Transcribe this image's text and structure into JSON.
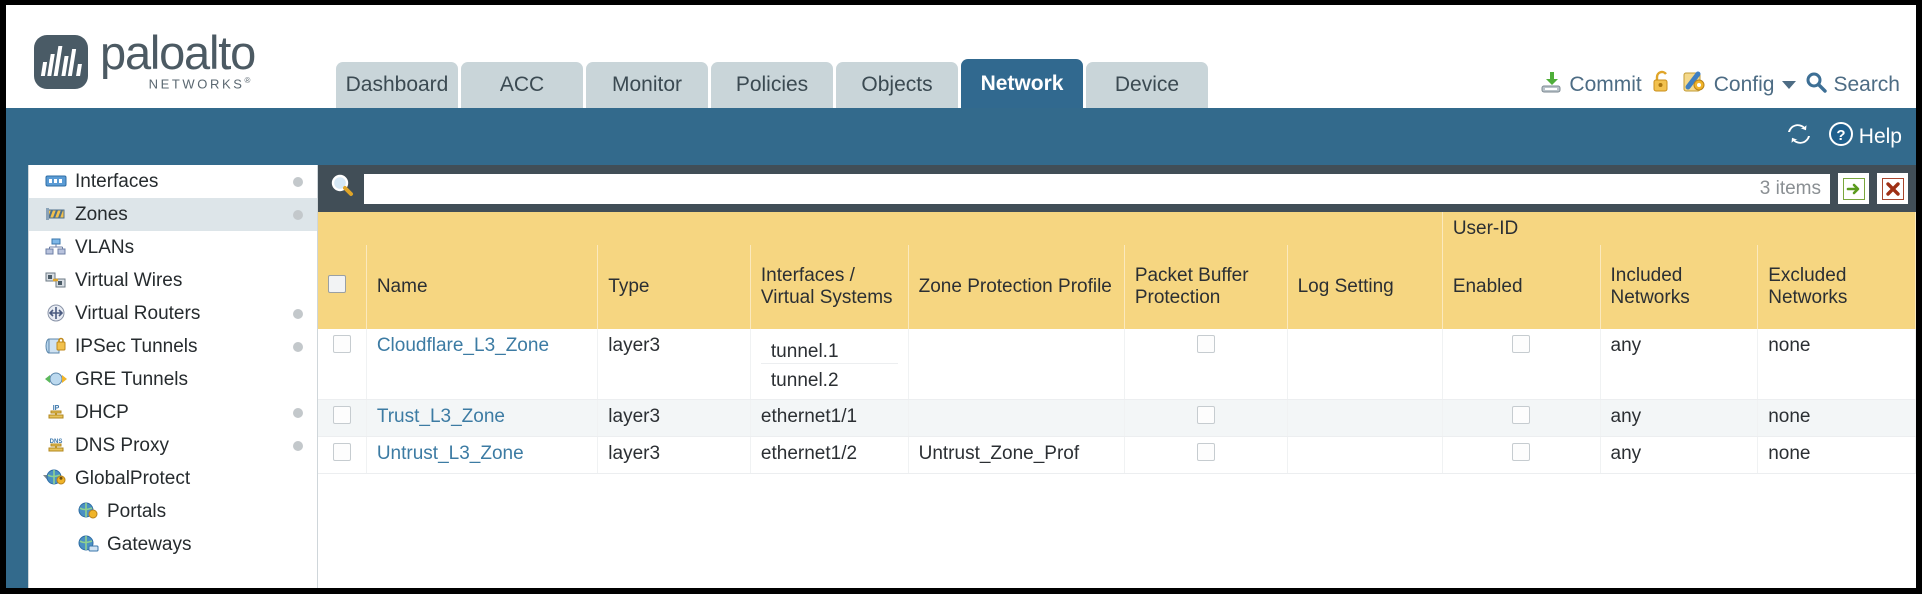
{
  "brand": {
    "name": "paloalto",
    "sub": "NETWORKS",
    "reg": "®"
  },
  "tabs": [
    {
      "label": "Dashboard",
      "active": false
    },
    {
      "label": "ACC",
      "active": false
    },
    {
      "label": "Monitor",
      "active": false
    },
    {
      "label": "Policies",
      "active": false
    },
    {
      "label": "Objects",
      "active": false
    },
    {
      "label": "Network",
      "active": true
    },
    {
      "label": "Device",
      "active": false
    }
  ],
  "toolbar": {
    "commit_label": "Commit",
    "config_label": "Config",
    "search_label": "Search",
    "lock_icon": "padlock-icon"
  },
  "blueband": {
    "refresh_icon": "refresh-icon",
    "help_label": "Help"
  },
  "sidebar": {
    "items": [
      {
        "label": "Interfaces",
        "icon": "interfaces-icon",
        "dot": true,
        "selected": false,
        "child": false,
        "expander": false
      },
      {
        "label": "Zones",
        "icon": "zones-icon",
        "dot": true,
        "selected": true,
        "child": false,
        "expander": false
      },
      {
        "label": "VLANs",
        "icon": "vlans-icon",
        "dot": false,
        "selected": false,
        "child": false,
        "expander": false
      },
      {
        "label": "Virtual Wires",
        "icon": "virtual-wires-icon",
        "dot": false,
        "selected": false,
        "child": false,
        "expander": false
      },
      {
        "label": "Virtual Routers",
        "icon": "virtual-routers-icon",
        "dot": true,
        "selected": false,
        "child": false,
        "expander": false
      },
      {
        "label": "IPSec Tunnels",
        "icon": "ipsec-tunnels-icon",
        "dot": true,
        "selected": false,
        "child": false,
        "expander": false
      },
      {
        "label": "GRE Tunnels",
        "icon": "gre-tunnels-icon",
        "dot": false,
        "selected": false,
        "child": false,
        "expander": false
      },
      {
        "label": "DHCP",
        "icon": "dhcp-icon",
        "dot": true,
        "selected": false,
        "child": false,
        "expander": false
      },
      {
        "label": "DNS Proxy",
        "icon": "dns-proxy-icon",
        "dot": true,
        "selected": false,
        "child": false,
        "expander": false
      },
      {
        "label": "GlobalProtect",
        "icon": "globalprotect-icon",
        "dot": false,
        "selected": false,
        "child": false,
        "expander": true
      },
      {
        "label": "Portals",
        "icon": "portals-icon",
        "dot": false,
        "selected": false,
        "child": true,
        "expander": false
      },
      {
        "label": "Gateways",
        "icon": "gateways-icon",
        "dot": false,
        "selected": false,
        "child": true,
        "expander": false
      }
    ]
  },
  "search": {
    "value": "",
    "placeholder": "",
    "items_count": "3 items",
    "apply_icon": "green-arrow-icon",
    "clear_icon": "red-x-icon",
    "magnifier_icon": "search-icon"
  },
  "table": {
    "group_header": "User-ID",
    "columns": [
      "Name",
      "Type",
      "Interfaces / Virtual Systems",
      "Zone Protection Profile",
      "Packet Buffer Protection",
      "Log Setting",
      "Enabled",
      "Included Networks",
      "Excluded Networks"
    ],
    "rows": [
      {
        "checked": false,
        "name": "Cloudflare_L3_Zone",
        "type": "layer3",
        "interfaces": [
          "tunnel.1",
          "tunnel.2"
        ],
        "zone_protection_profile": "",
        "packet_buffer_protection": false,
        "log_setting": "",
        "userid_enabled": false,
        "included_networks": "any",
        "excluded_networks": "none"
      },
      {
        "checked": false,
        "name": "Trust_L3_Zone",
        "type": "layer3",
        "interfaces": [
          "ethernet1/1"
        ],
        "zone_protection_profile": "",
        "packet_buffer_protection": false,
        "log_setting": "",
        "userid_enabled": false,
        "included_networks": "any",
        "excluded_networks": "none"
      },
      {
        "checked": false,
        "name": "Untrust_L3_Zone",
        "type": "layer3",
        "interfaces": [
          "ethernet1/2"
        ],
        "zone_protection_profile": "Untrust_Zone_Prof",
        "packet_buffer_protection": false,
        "log_setting": "",
        "userid_enabled": false,
        "included_networks": "any",
        "excluded_networks": "none"
      }
    ]
  },
  "colors": {
    "brand_blue": "#336a8c",
    "header_gold": "#f6d681",
    "group_gold": "#dcaa32",
    "toolbar_dark": "#414e57",
    "link_blue": "#3c7ba3"
  }
}
